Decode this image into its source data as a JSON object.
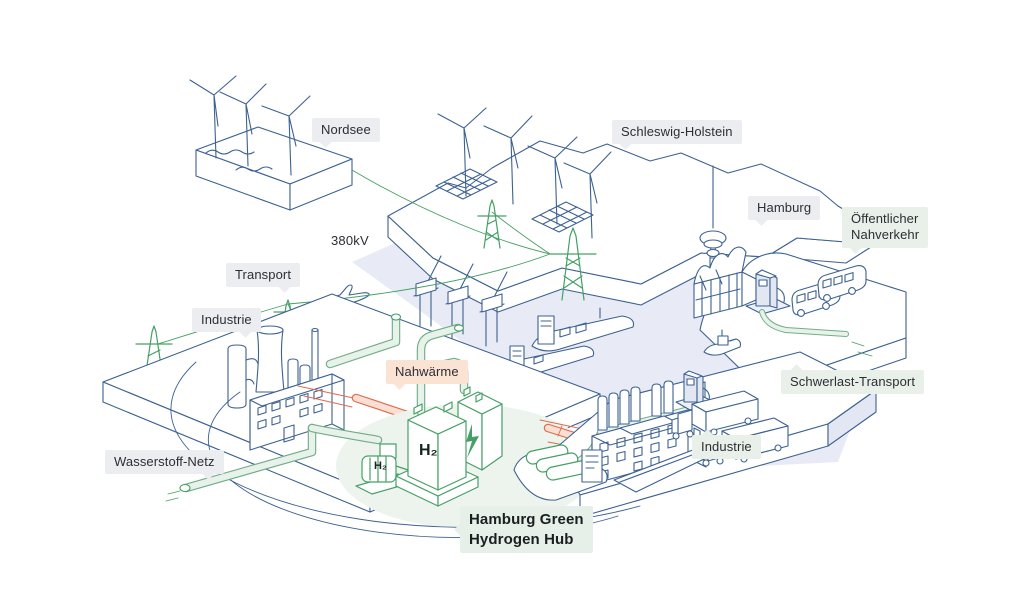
{
  "illustration": {
    "title": "Hamburg Green Hydrogen Hub",
    "labels": {
      "nordsee": "Nordsee",
      "schleswig_holstein": "Schleswig-Holstein",
      "hamburg": "Hamburg",
      "oeffentlicher_nahverkehr": "Öffentlicher\nNahverkehr",
      "kv380": "380kV",
      "transport": "Transport",
      "industrie_links": "Industrie",
      "nahwaerme": "Nahwärme",
      "schwerlast_transport": "Schwerlast-Transport",
      "industrie_rechts": "Industrie",
      "wasserstoff_netz": "Wasserstoff-Netz",
      "hub_title": "Hamburg Green\nHydrogen Hub",
      "h2_electrolyzer": "H₂",
      "h2_compressor": "H₂"
    },
    "colors": {
      "outline_blue": "#3d6191",
      "energy_green": "#46a066",
      "heat_red": "#dd6b4d",
      "water_fill": "#e8ebf6",
      "pipe_fill": "#e7f3ea",
      "hub_fill": "#edf4ed",
      "bubble_gray": "#ecedf0",
      "bubble_green": "#e9f0ea",
      "bubble_peach": "#fbe3d4",
      "bubble_hub": "#e6efe8",
      "text_dark": "#2b2e33"
    }
  }
}
